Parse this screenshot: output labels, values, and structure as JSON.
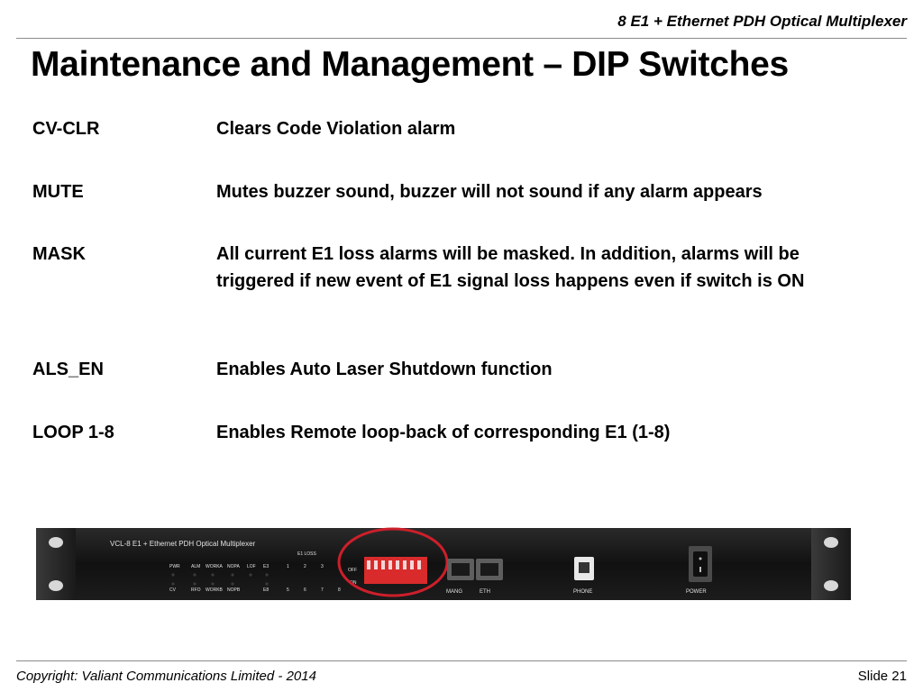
{
  "header": {
    "title": "8 E1 + Ethernet PDH Optical Multiplexer"
  },
  "slide": {
    "title": "Maintenance and Management – DIP Switches"
  },
  "definitions": [
    {
      "term": "CV-CLR",
      "description": "Clears Code Violation alarm"
    },
    {
      "term": "MUTE",
      "description": "Mutes buzzer sound, buzzer will not sound if any alarm appears"
    },
    {
      "term": "MASK",
      "description": "All current E1 loss alarms will be masked. In addition, alarms will be triggered if new event of E1 signal loss happens even if switch is ON"
    },
    {
      "term": "ALS_EN",
      "description": "Enables Auto Laser Shutdown function"
    },
    {
      "term": "LOOP 1-8",
      "description": "Enables Remote loop-back of corresponding E1 (1-8)"
    }
  ],
  "device": {
    "model_label": "VCL-8 E1 + Ethernet PDH Optical Multiplexer",
    "e1_loss_label": "E1 LOSS",
    "led_row_1": [
      "PWR",
      "ALM",
      "WORKA",
      "NOPA",
      "LOF",
      "E3"
    ],
    "led_row_2": [
      "CV",
      "RFO",
      "WORKB",
      "NOPB",
      "E8"
    ],
    "e1_numbers_top": [
      "1",
      "2",
      "3"
    ],
    "e1_numbers_bottom": [
      "5",
      "6",
      "7",
      "8"
    ],
    "switch_off_label": "OFF",
    "switch_on_label": "ON",
    "port_mang_label": "MANG",
    "port_eth_label": "ETH",
    "phone_label": "PHONE",
    "power_label": "POWER",
    "highlight_color": "#cc1f2b",
    "dip_color": "#d92b2b"
  },
  "footer": {
    "copyright": "Copyright: Valiant Communications Limited - 2014",
    "slide_number": "Slide 21"
  }
}
